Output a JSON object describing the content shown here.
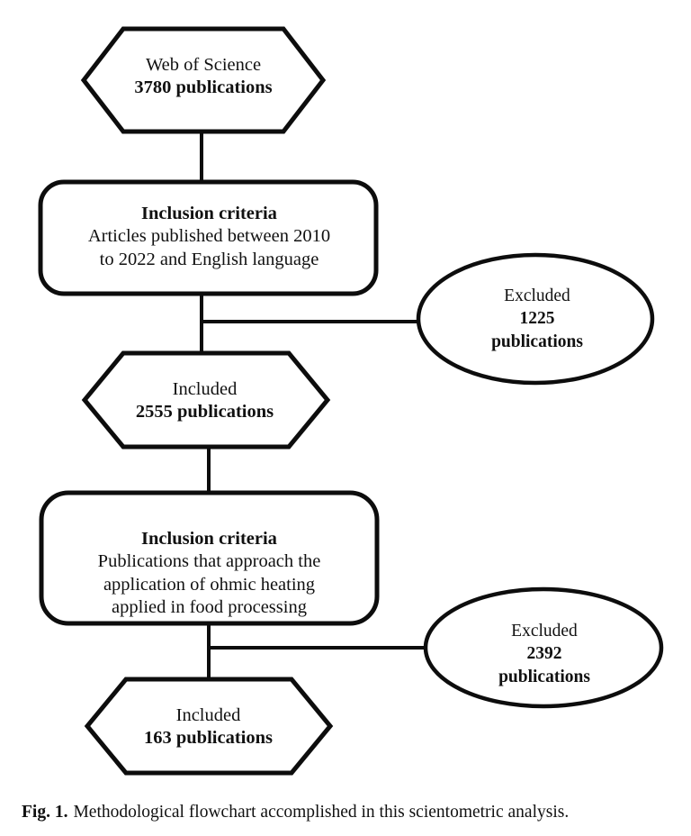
{
  "figure": {
    "caption_label": "Fig. 1.",
    "caption_text": "Methodological flowchart accomplished in this scientometric analysis.",
    "ink_color": "#0d0d0d",
    "fill_color": "#ffffff"
  },
  "nodes": {
    "source": {
      "shape": "hexagon",
      "line1": "Web of Science",
      "line2": "3780 publications"
    },
    "criteria_1": {
      "shape": "rounded-rect",
      "title": "Inclusion criteria",
      "line1": "Articles published between 2010",
      "line2": "to 2022 and English language"
    },
    "excluded_1": {
      "shape": "ellipse",
      "line1": "Excluded",
      "line2": "1225",
      "line3": "publications"
    },
    "included_1": {
      "shape": "hexagon",
      "line1": "Included",
      "line2": "2555 publications"
    },
    "criteria_2": {
      "shape": "rounded-rect",
      "title": "Inclusion criteria",
      "line1": "Publications that approach the",
      "line2": "application of ohmic heating",
      "line3": "applied in food processing"
    },
    "excluded_2": {
      "shape": "ellipse",
      "line1": "Excluded",
      "line2": "2392",
      "line3": "publications"
    },
    "included_2": {
      "shape": "hexagon",
      "line1": "Included",
      "line2": "163 publications"
    }
  },
  "chart_data": {
    "type": "diagram",
    "title": "Methodological flowchart accomplished in this scientometric analysis.",
    "flow": [
      {
        "step": 1,
        "label": "Web of Science",
        "value": 3780,
        "unit": "publications",
        "shape": "hexagon"
      },
      {
        "step": 2,
        "label": "Inclusion criteria: Articles published between 2010 to 2022 and English language",
        "value": null,
        "shape": "rounded-rect"
      },
      {
        "step": 3,
        "label": "Excluded",
        "value": 1225,
        "unit": "publications",
        "shape": "ellipse",
        "branch": "right"
      },
      {
        "step": 4,
        "label": "Included",
        "value": 2555,
        "unit": "publications",
        "shape": "hexagon"
      },
      {
        "step": 5,
        "label": "Inclusion criteria: Publications that approach the application of ohmic heating applied in food processing",
        "value": null,
        "shape": "rounded-rect"
      },
      {
        "step": 6,
        "label": "Excluded",
        "value": 2392,
        "unit": "publications",
        "shape": "ellipse",
        "branch": "right"
      },
      {
        "step": 7,
        "label": "Included",
        "value": 163,
        "unit": "publications",
        "shape": "hexagon"
      }
    ]
  }
}
